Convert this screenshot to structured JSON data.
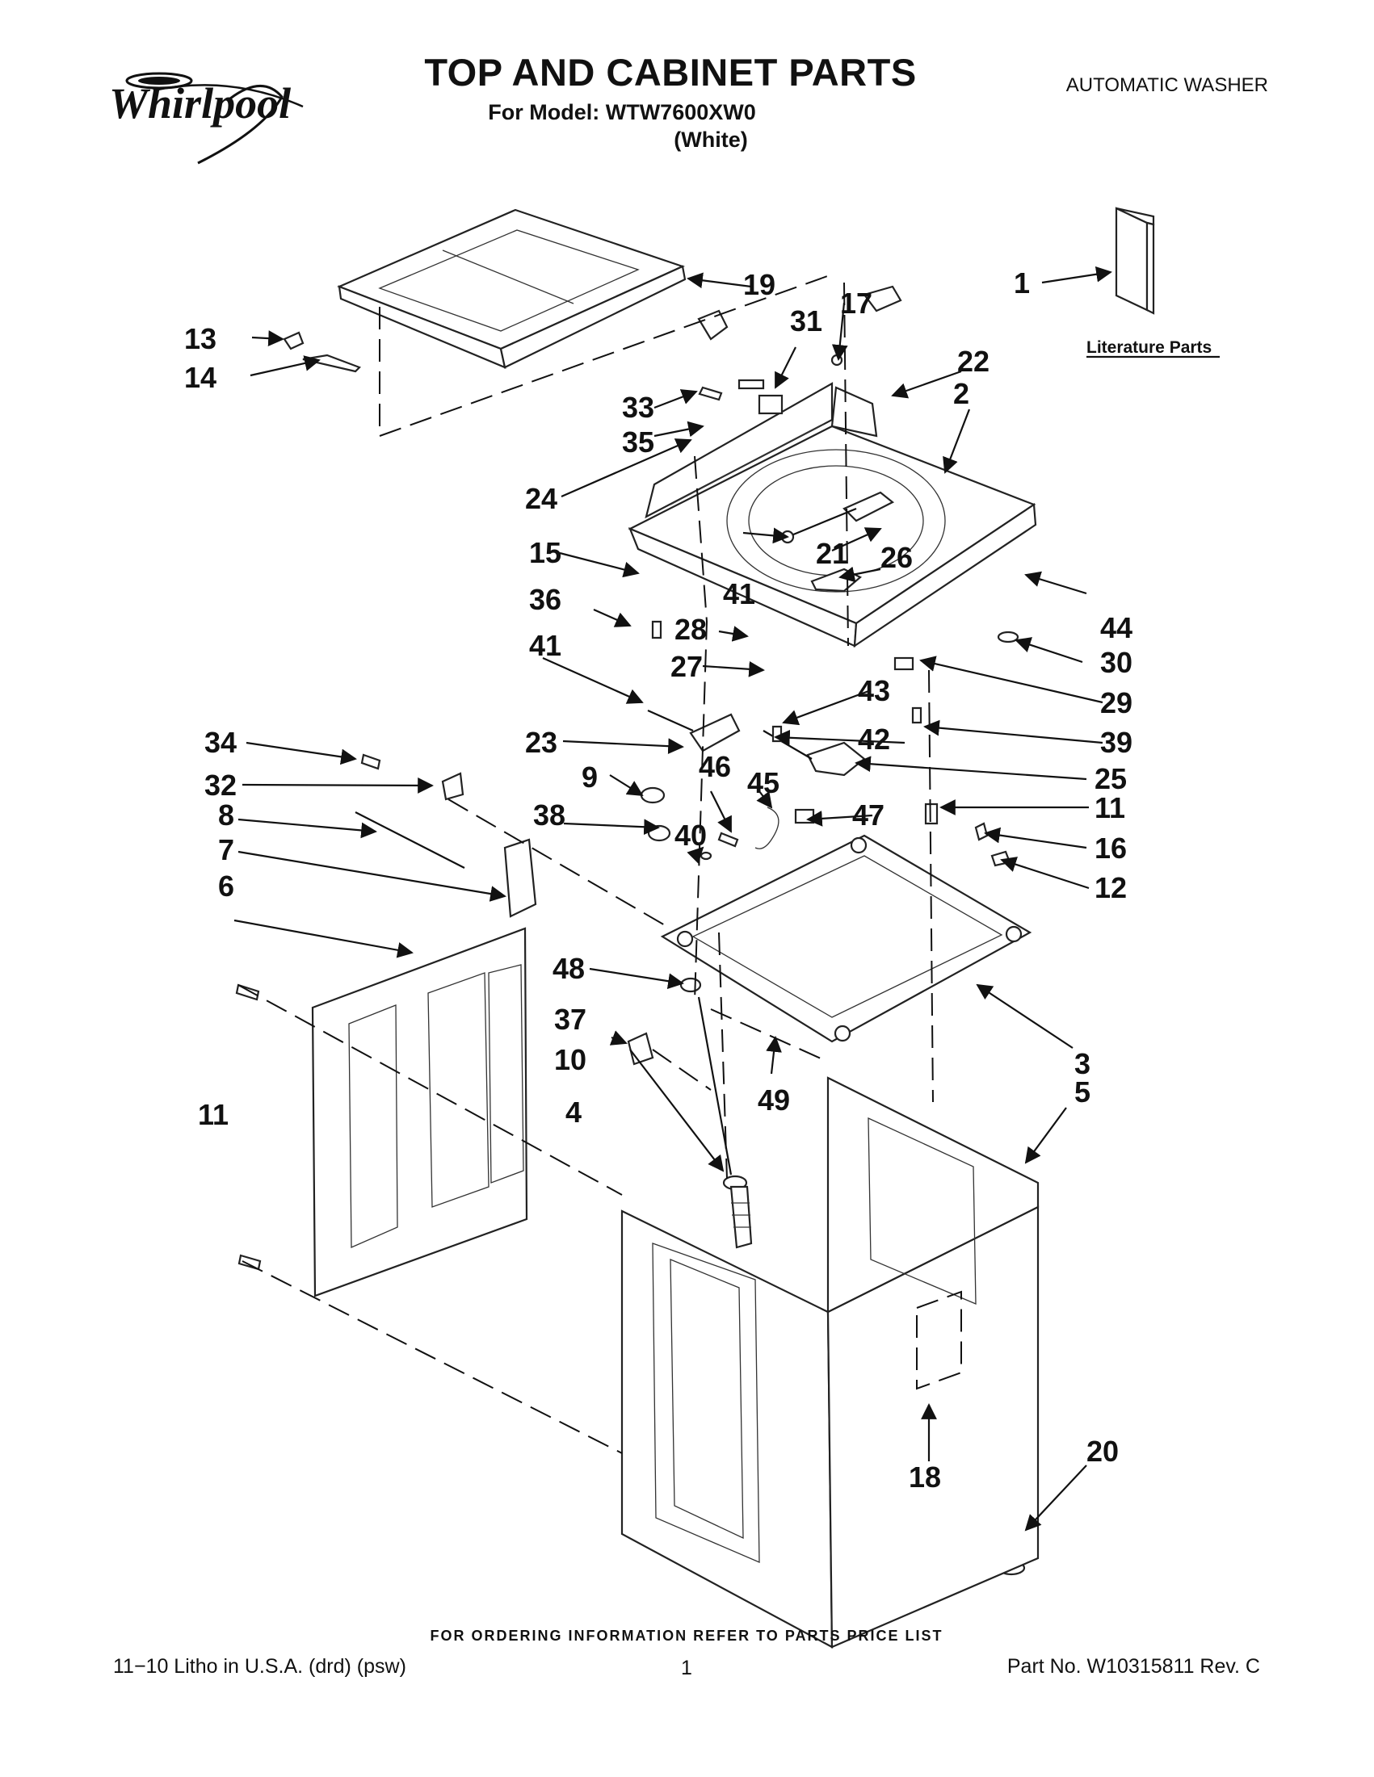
{
  "brand": "Whirlpool",
  "title": "TOP AND CABINET PARTS",
  "model_line": "For Model: WTW7600XW0",
  "color_line": "(White)",
  "product_type": "AUTOMATIC WASHER",
  "literature_label": "Literature Parts",
  "ordering_note": "FOR ORDERING INFORMATION REFER TO PARTS PRICE LIST",
  "footer": {
    "litho": "11−10 Litho in U.S.A. (drd) (psw)",
    "page": "1",
    "part_no": "Part No. W10315811 Rev. C"
  },
  "callouts": {
    "c1": "1",
    "c2": "2",
    "c3": "3",
    "c4": "4",
    "c5": "5",
    "c6": "6",
    "c7": "7",
    "c8": "8",
    "c9": "9",
    "c10": "10",
    "c11a": "11",
    "c11b": "11",
    "c12": "12",
    "c13": "13",
    "c14": "14",
    "c15": "15",
    "c16": "16",
    "c17": "17",
    "c18": "18",
    "c19": "19",
    "c20": "20",
    "c21": "21",
    "c22": "22",
    "c23": "23",
    "c24": "24",
    "c25": "25",
    "c26": "26",
    "c27": "27",
    "c28": "28",
    "c29": "29",
    "c30": "30",
    "c31": "31",
    "c32": "32",
    "c33": "33",
    "c34": "34",
    "c35": "35",
    "c36": "36",
    "c37": "37",
    "c38": "38",
    "c39": "39",
    "c40": "40",
    "c41a": "41",
    "c41b": "41",
    "c42": "42",
    "c43": "43",
    "c44": "44",
    "c45": "45",
    "c46": "46",
    "c47": "47",
    "c48": "48",
    "c49": "49"
  }
}
